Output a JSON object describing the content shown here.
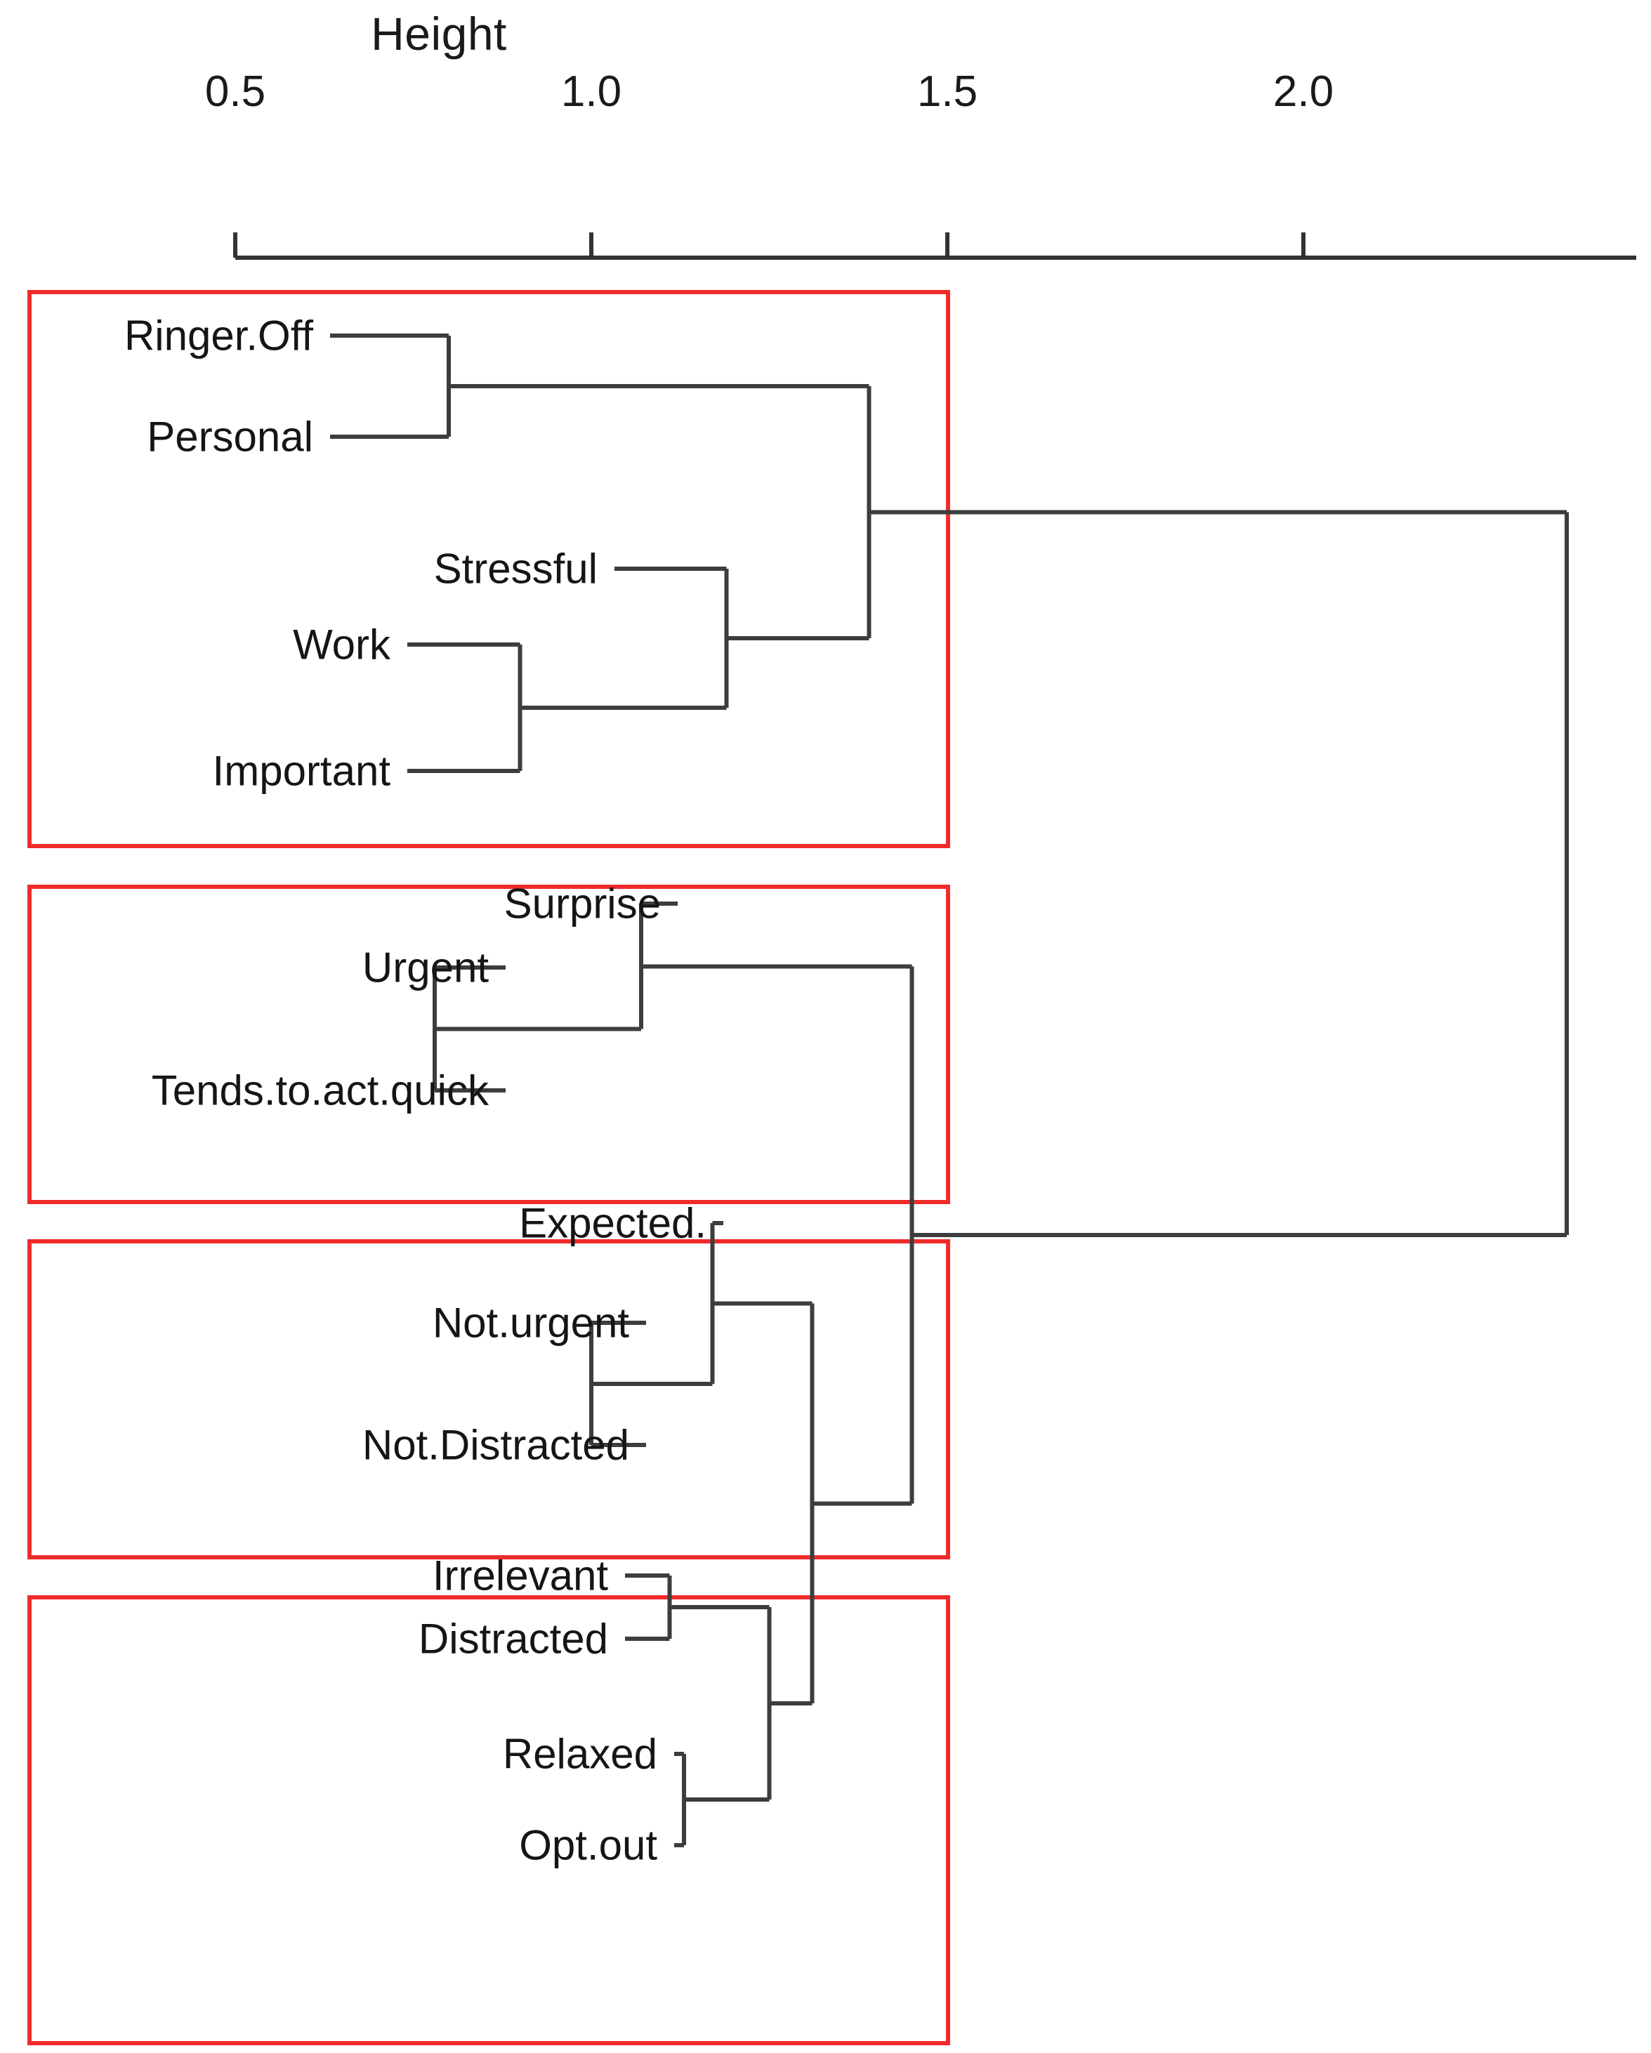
{
  "figure": {
    "kind": "dendrogram",
    "axis_title": "Height",
    "cluster_box_color": "#ef2b2b",
    "link_color": "#3d3d3d"
  },
  "axis": {
    "ticks": [
      {
        "label": "0.5",
        "value": 0.5
      },
      {
        "label": "1.0",
        "value": 1.0
      },
      {
        "label": "1.5",
        "value": 1.5
      },
      {
        "label": "2.0",
        "value": 2.0
      }
    ]
  },
  "leaves": [
    {
      "label": "Ringer.Off",
      "cluster": 1
    },
    {
      "label": "Personal",
      "cluster": 1
    },
    {
      "label": "Stressful",
      "cluster": 1
    },
    {
      "label": "Work",
      "cluster": 1
    },
    {
      "label": "Important",
      "cluster": 1
    },
    {
      "label": "Surprise",
      "cluster": 2
    },
    {
      "label": "Urgent",
      "cluster": 2
    },
    {
      "label": "Tends.to.act.quick",
      "cluster": 2
    },
    {
      "label": "Expected.",
      "cluster": 3
    },
    {
      "label": "Not.urgent",
      "cluster": 3
    },
    {
      "label": "Not.Distracted",
      "cluster": 3
    },
    {
      "label": "Irrelevant",
      "cluster": 4
    },
    {
      "label": "Distracted",
      "cluster": 4
    },
    {
      "label": "Relaxed",
      "cluster": 4
    },
    {
      "label": "Opt.out",
      "cluster": 4
    }
  ],
  "clusters": [
    {
      "id": 1,
      "members": [
        "Ringer.Off",
        "Personal",
        "Stressful",
        "Work",
        "Important"
      ]
    },
    {
      "id": 2,
      "members": [
        "Surprise",
        "Urgent",
        "Tends.to.act.quick"
      ]
    },
    {
      "id": 3,
      "members": [
        "Expected.",
        "Not.urgent",
        "Not.Distracted"
      ]
    },
    {
      "id": 4,
      "members": [
        "Irrelevant",
        "Distracted",
        "Relaxed",
        "Opt.out"
      ]
    }
  ],
  "chart_data": {
    "type": "dendrogram",
    "title": "",
    "xlabel": "Height",
    "ylabel": "",
    "xlim": [
      0.35,
      2.45
    ],
    "orientation": "horizontal-leaves-left",
    "grid": false,
    "legend": "none",
    "axis_ticks": [
      0.5,
      1.0,
      1.5,
      2.0
    ],
    "leaf_order": [
      "Ringer.Off",
      "Personal",
      "Stressful",
      "Work",
      "Important",
      "Surprise",
      "Urgent",
      "Tends.to.act.quick",
      "Expected.",
      "Not.urgent",
      "Not.Distracted",
      "Irrelevant",
      "Distracted",
      "Relaxed",
      "Opt.out"
    ],
    "cluster_boxes": [
      {
        "id": 1,
        "leaves": [
          "Ringer.Off",
          "Personal",
          "Stressful",
          "Work",
          "Important"
        ],
        "x_right_height": 1.51
      },
      {
        "id": 2,
        "leaves": [
          "Surprise",
          "Urgent",
          "Tends.to.act.quick"
        ],
        "x_right_height": 1.51
      },
      {
        "id": 3,
        "leaves": [
          "Expected.",
          "Not.urgent",
          "Not.Distracted"
        ],
        "x_right_height": 1.51
      },
      {
        "id": 4,
        "leaves": [
          "Irrelevant",
          "Distracted",
          "Relaxed",
          "Opt.out"
        ],
        "x_right_height": 1.51
      }
    ],
    "merges": [
      {
        "id": "m1",
        "left": "Ringer.Off",
        "right": "Personal",
        "height": 0.8
      },
      {
        "id": "m2",
        "left": "Work",
        "right": "Important",
        "height": 0.9
      },
      {
        "id": "m3",
        "left": "Stressful",
        "right": "m2",
        "height": 1.19
      },
      {
        "id": "m4",
        "left": "m1",
        "right": "m3",
        "height": 1.39
      },
      {
        "id": "m5",
        "left": "Urgent",
        "right": "Tends.to.act.quick",
        "height": 0.78
      },
      {
        "id": "m6",
        "left": "Surprise",
        "right": "m5",
        "height": 1.07
      },
      {
        "id": "m7",
        "left": "Not.urgent",
        "right": "Not.Distracted",
        "height": 1.0
      },
      {
        "id": "m8",
        "left": "Expected.",
        "right": "m7",
        "height": 1.17
      },
      {
        "id": "m9",
        "left": "Irrelevant",
        "right": "Distracted",
        "height": 1.11
      },
      {
        "id": "m10",
        "left": "Relaxed",
        "right": "Opt.out",
        "height": 1.13
      },
      {
        "id": "m11",
        "left": "m9",
        "right": "m10",
        "height": 1.25
      },
      {
        "id": "m12",
        "left": "m8",
        "right": "m11",
        "height": 1.31
      },
      {
        "id": "m13",
        "left": "m6",
        "right": "m12",
        "height": 1.45
      },
      {
        "id": "m14",
        "left": "m4",
        "right": "m13",
        "height": 2.37
      }
    ]
  }
}
